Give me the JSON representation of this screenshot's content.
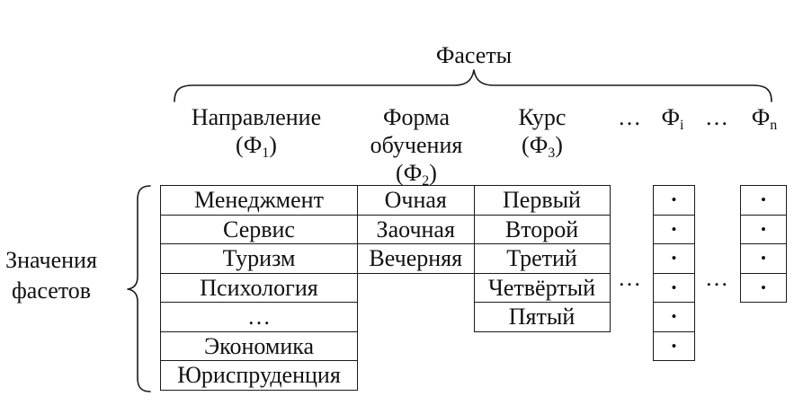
{
  "title": "Фасеты",
  "values_label": {
    "line1": "Значения",
    "line2": "фасетов"
  },
  "ellipsis": "…",
  "facets": [
    {
      "name_lines": [
        "Направление"
      ],
      "open": "(",
      "symbol": "Ф",
      "index": "1",
      "close": ")",
      "values": [
        "Менеджмент",
        "Сервис",
        "Туризм",
        "Психология",
        "…",
        "Экономика",
        "Юриспруденция"
      ]
    },
    {
      "name_lines": [
        "Форма",
        "обучения"
      ],
      "open": "(",
      "symbol": "Ф",
      "index": "2",
      "close": ")",
      "values": [
        "Очная",
        "Заочная",
        "Вечерняя"
      ]
    },
    {
      "name_lines": [
        "Курс"
      ],
      "open": "(",
      "symbol": "Ф",
      "index": "3",
      "close": ")",
      "values": [
        "Первый",
        "Второй",
        "Третий",
        "Четвёртый",
        "Пятый"
      ]
    },
    {
      "symbol": "Ф",
      "index": "i",
      "values": [
        "•",
        "•",
        "•",
        "•",
        "•",
        "•"
      ]
    },
    {
      "symbol": "Ф",
      "index": "n",
      "values": [
        "•",
        "•",
        "•",
        "•"
      ]
    }
  ],
  "colors": {
    "line": "#1a1a1a",
    "text": "#111111",
    "background": "#ffffff"
  }
}
